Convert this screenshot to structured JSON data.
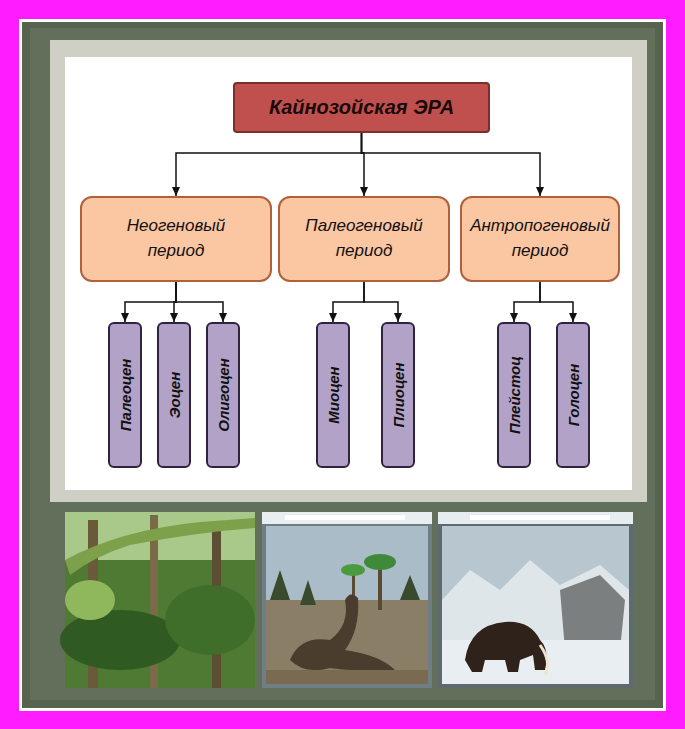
{
  "diagram": {
    "nodes": [
      {
        "text": [
          "Кайнозойская ЭРА"
        ]
      },
      {
        "text": [
          "Неогеновый период"
        ]
      },
      {
        "text": [
          "Палеогеновый период"
        ]
      },
      {
        "text": [
          "Антропогеновый период"
        ]
      },
      {
        "text": [
          "Палеоцен"
        ]
      },
      {
        "text": [
          "Эоцен"
        ]
      },
      {
        "text": [
          "Олигоцен"
        ]
      },
      {
        "text": [
          "Миоцен"
        ]
      },
      {
        "text": [
          "Плиоцен"
        ]
      },
      {
        "text": [
          "Плейстоц"
        ]
      },
      {
        "text": [
          "Голоцен"
        ]
      }
    ],
    "edges": [
      {
        "from": 0,
        "to": 1,
        "arrow": "to"
      },
      {
        "from": 0,
        "to": 2,
        "arrow": "to"
      },
      {
        "from": 0,
        "to": 3,
        "arrow": "to"
      },
      {
        "from": 1,
        "to": 4,
        "arrow": "to"
      },
      {
        "from": 1,
        "to": 5,
        "arrow": "to"
      },
      {
        "from": 1,
        "to": 6,
        "arrow": "to"
      },
      {
        "from": 2,
        "to": 7,
        "arrow": "to"
      },
      {
        "from": 2,
        "to": 8,
        "arrow": "to"
      },
      {
        "from": 3,
        "to": 9,
        "arrow": "to"
      },
      {
        "from": 3,
        "to": 10,
        "arrow": "to"
      }
    ]
  }
}
